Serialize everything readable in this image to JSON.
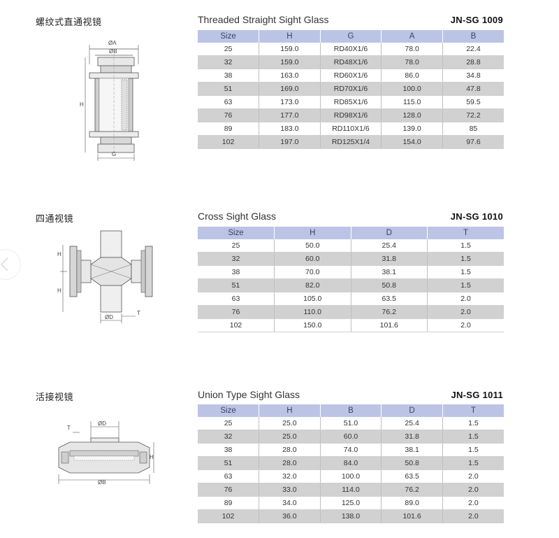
{
  "sections": [
    {
      "cn_title": "螺纹式直通视镜",
      "en_title": "Threaded Straight Sight Glass",
      "code": "JN-SG 1009",
      "drawing_labels": {
        "a": "ØA",
        "b": "ØB",
        "h": "H",
        "g": "G"
      },
      "headers": [
        "Size",
        "H",
        "G",
        "A",
        "B"
      ],
      "rows": [
        [
          "25",
          "159.0",
          "RD40X1/6",
          "78.0",
          "22.4"
        ],
        [
          "32",
          "159.0",
          "RD48X1/6",
          "78.0",
          "28.8"
        ],
        [
          "38",
          "163.0",
          "RD60X1/6",
          "86.0",
          "34.8"
        ],
        [
          "51",
          "169.0",
          "RD70X1/6",
          "100.0",
          "47.8"
        ],
        [
          "63",
          "173.0",
          "RD85X1/6",
          "115.0",
          "59.5"
        ],
        [
          "76",
          "177.0",
          "RD98X1/6",
          "128.0",
          "72.2"
        ],
        [
          "89",
          "183.0",
          "RD110X1/6",
          "139.0",
          "85"
        ],
        [
          "102",
          "197.0",
          "RD125X1/4",
          "154.0",
          "97.6"
        ]
      ]
    },
    {
      "cn_title": "四通视镜",
      "en_title": "Cross Sight Glass",
      "code": "JN-SG 1010",
      "drawing_labels": {
        "h1": "H",
        "h2": "H",
        "d": "ØD",
        "t": "T"
      },
      "headers": [
        "Size",
        "H",
        "D",
        "T"
      ],
      "rows": [
        [
          "25",
          "50.0",
          "25.4",
          "1.5"
        ],
        [
          "32",
          "60.0",
          "31.8",
          "1.5"
        ],
        [
          "38",
          "70.0",
          "38.1",
          "1.5"
        ],
        [
          "51",
          "82.0",
          "50.8",
          "1.5"
        ],
        [
          "63",
          "105.0",
          "63.5",
          "2.0"
        ],
        [
          "76",
          "110.0",
          "76.2",
          "2.0"
        ],
        [
          "102",
          "150.0",
          "101.6",
          "2.0"
        ]
      ]
    },
    {
      "cn_title": "活接视镜",
      "en_title": "Union Type Sight Glass",
      "code": "JN-SG 1011",
      "drawing_labels": {
        "t": "T",
        "d": "ØD",
        "h": "H",
        "b": "ØB"
      },
      "headers": [
        "Size",
        "H",
        "B",
        "D",
        "T"
      ],
      "rows": [
        [
          "25",
          "25.0",
          "51.0",
          "25.4",
          "1.5"
        ],
        [
          "32",
          "25.0",
          "60.0",
          "31.8",
          "1.5"
        ],
        [
          "38",
          "28.0",
          "74.0",
          "38.1",
          "1.5"
        ],
        [
          "51",
          "28.0",
          "84.0",
          "50.8",
          "1.5"
        ],
        [
          "63",
          "32.0",
          "100.0",
          "63.5",
          "2.0"
        ],
        [
          "76",
          "33.0",
          "114.0",
          "76.2",
          "2.0"
        ],
        [
          "89",
          "34.0",
          "125.0",
          "89.0",
          "2.0"
        ],
        [
          "102",
          "36.0",
          "138.0",
          "101.6",
          "2.0"
        ]
      ]
    }
  ],
  "colors": {
    "header_bg": "#bcc4e6",
    "stripe_bg": "#d1d1d1"
  },
  "icons": {
    "side_nav": "chevron-left-icon"
  }
}
